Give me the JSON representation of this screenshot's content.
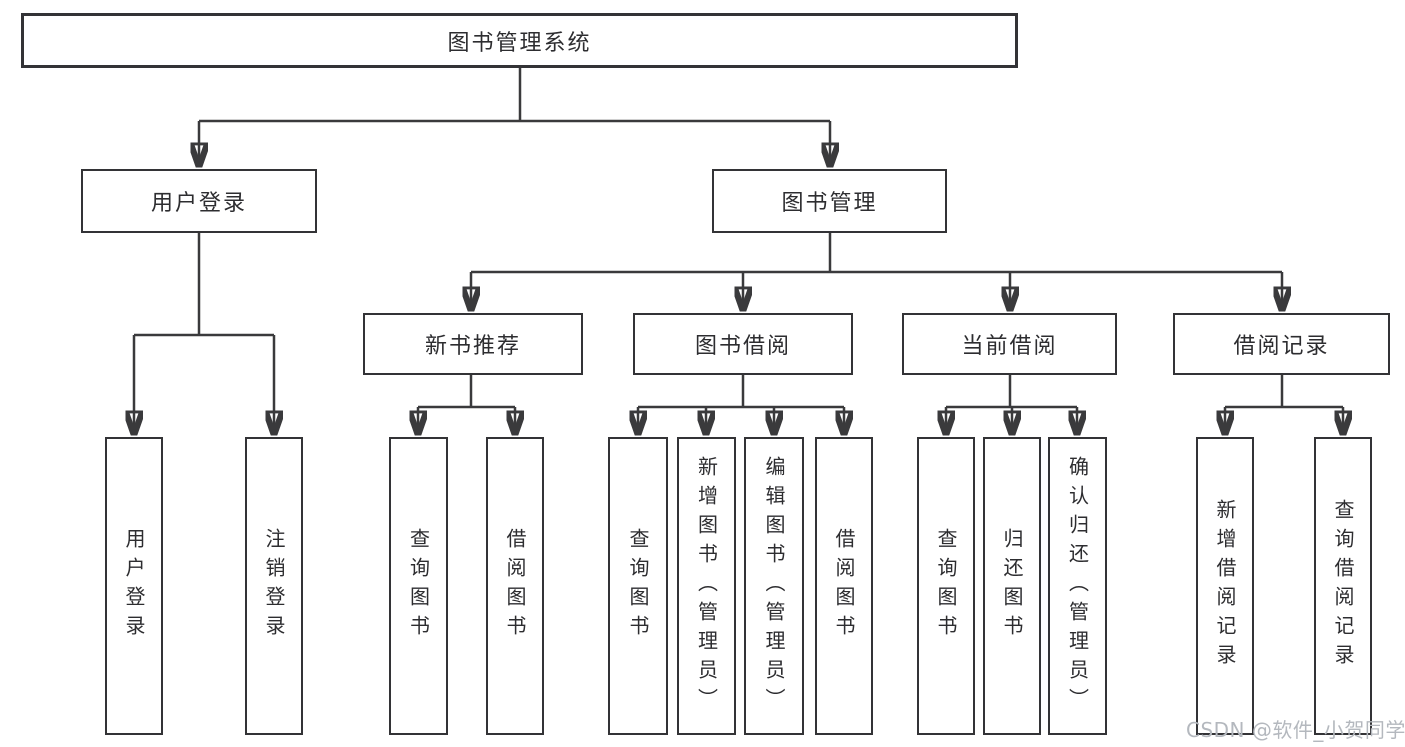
{
  "tree": {
    "root": "图书管理系统",
    "children": [
      {
        "label": "用户登录",
        "children": [
          "用户登录",
          "注销登录"
        ]
      },
      {
        "label": "图书管理",
        "children": [
          {
            "label": "新书推荐",
            "children": [
              "查询图书",
              "借阅图书"
            ]
          },
          {
            "label": "图书借阅",
            "children": [
              "查询图书",
              "新增图书（管理员）",
              "编辑图书（管理员）",
              "借阅图书"
            ]
          },
          {
            "label": "当前借阅",
            "children": [
              "查询图书",
              "归还图书",
              "确认归还（管理员）"
            ]
          },
          {
            "label": "借阅记录",
            "children": [
              "新增借阅记录",
              "查询借阅记录"
            ]
          }
        ]
      }
    ]
  },
  "watermark": "CSDN @软件_小贺同学",
  "colors": {
    "line": "#3a3a3c",
    "box_border": "#333336",
    "text": "#2d2d30",
    "watermark": "#b4b8be"
  }
}
